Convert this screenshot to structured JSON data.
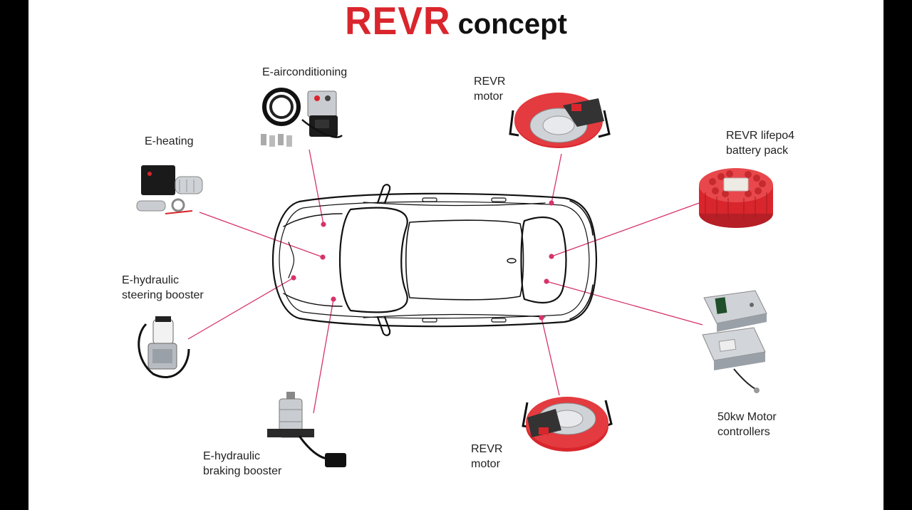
{
  "title": {
    "brand": "REVR",
    "rest": "concept",
    "brand_color": "#d9252c"
  },
  "colors": {
    "leader": "#d6336c",
    "dot": "#d6336c",
    "motor_red": "#d9252c",
    "metal": "#c9ccd0",
    "dark": "#222222"
  },
  "components": [
    {
      "id": "e-airconditioning",
      "label": "E-airconditioning"
    },
    {
      "id": "e-heating",
      "label": "E-heating"
    },
    {
      "id": "e-hydraulic-steering",
      "label": "E-hydraulic\nsteering booster"
    },
    {
      "id": "e-hydraulic-braking",
      "label": "E-hydraulic\nbraking booster"
    },
    {
      "id": "revr-motor-front",
      "label": "REVR\nmotor"
    },
    {
      "id": "revr-battery",
      "label": "REVR lifepo4\nbattery pack"
    },
    {
      "id": "motor-controllers",
      "label": "50kw Motor\ncontrollers"
    },
    {
      "id": "revr-motor-rear",
      "label": "REVR\nmotor"
    }
  ]
}
